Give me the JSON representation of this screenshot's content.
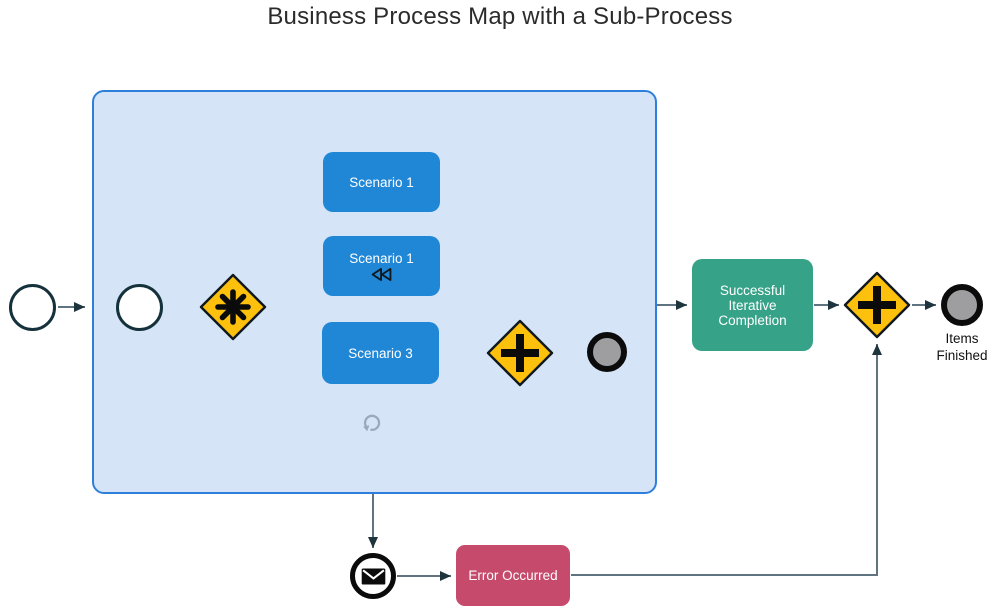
{
  "title": "Business Process Map with a Sub-Process",
  "nodes": {
    "scenario_a": {
      "label": "Scenario 1"
    },
    "scenario_b": {
      "label": "Scenario 1",
      "marker": "compensation-rewind-icon"
    },
    "scenario_c": {
      "label": "Scenario 3"
    },
    "success_task": {
      "label": "Successful Iterative Completion"
    },
    "error_task": {
      "label": "Error Occurred"
    },
    "end_event": {
      "label": "Items Finished"
    }
  },
  "icons": {
    "complex_gateway": "asterisk-icon",
    "parallel_gateway_inner": "plus-icon",
    "parallel_gateway_outer": "plus-icon",
    "subprocess_marker": "loop-arrow-icon",
    "message_event": "envelope-icon"
  },
  "colors": {
    "task_blue": "#2087d7",
    "subprocess_fill": "#d6e4f8",
    "subprocess_border": "#2e7fdb",
    "gateway_yellow": "#fcc00d",
    "success_green": "#36a288",
    "error_red": "#c54a6b",
    "edge_line": "#5f7380",
    "arrowhead": "#1f353d",
    "event_border": "#14313c",
    "end_event_fill": "#9e9ea0",
    "end_event_ring": "#0b0b0b",
    "loop_icon_gray": "#9ca8bc"
  },
  "edges": [
    {
      "from": "start-event",
      "to": "subprocess"
    },
    {
      "from": "inner-start-event",
      "to": "complex-gateway"
    },
    {
      "from": "complex-gateway",
      "to": "scenario-1"
    },
    {
      "from": "complex-gateway",
      "to": "scenario-1b"
    },
    {
      "from": "complex-gateway",
      "to": "scenario-3"
    },
    {
      "from": "scenario-1",
      "to": "parallel-gateway-inner"
    },
    {
      "from": "scenario-3",
      "to": "parallel-gateway-inner"
    },
    {
      "from": "parallel-gateway-inner",
      "to": "inner-end-event"
    },
    {
      "from": "subprocess",
      "to": "success-task"
    },
    {
      "from": "success-task",
      "to": "parallel-gateway-outer"
    },
    {
      "from": "parallel-gateway-outer",
      "to": "items-finished-end-event"
    },
    {
      "from": "subprocess",
      "to": "message-event"
    },
    {
      "from": "message-event",
      "to": "error-task"
    },
    {
      "from": "error-task",
      "to": "parallel-gateway-outer"
    }
  ]
}
